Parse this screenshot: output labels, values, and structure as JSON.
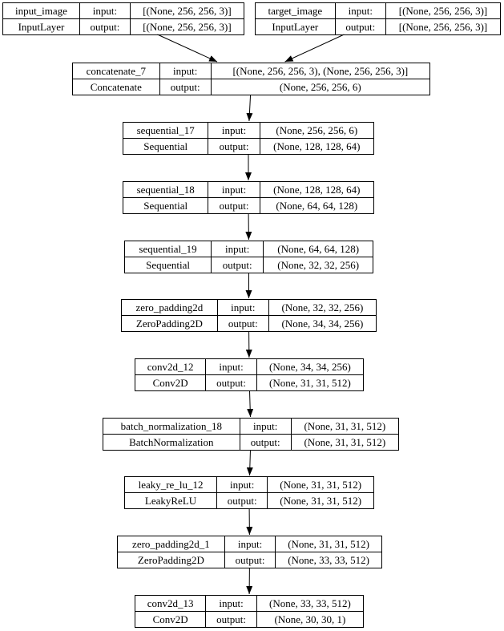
{
  "diagram": {
    "kind": "keras-model-architecture-graph",
    "labels": {
      "input": "input:",
      "output": "output:"
    },
    "colors": {
      "border": "#000000",
      "background": "#ffffff",
      "text": "#000000"
    },
    "nodes": [
      {
        "name": "input_image",
        "type": "InputLayer",
        "input_shape": "[(None, 256, 256, 3)]",
        "output_shape": "[(None, 256, 256, 3)]"
      },
      {
        "name": "target_image",
        "type": "InputLayer",
        "input_shape": "[(None, 256, 256, 3)]",
        "output_shape": "[(None, 256, 256, 3)]"
      },
      {
        "name": "concatenate_7",
        "type": "Concatenate",
        "input_shape": "[(None, 256, 256, 3), (None, 256, 256, 3)]",
        "output_shape": "(None, 256, 256, 6)"
      },
      {
        "name": "sequential_17",
        "type": "Sequential",
        "input_shape": "(None, 256, 256, 6)",
        "output_shape": "(None, 128, 128, 64)"
      },
      {
        "name": "sequential_18",
        "type": "Sequential",
        "input_shape": "(None, 128, 128, 64)",
        "output_shape": "(None, 64, 64, 128)"
      },
      {
        "name": "sequential_19",
        "type": "Sequential",
        "input_shape": "(None, 64, 64, 128)",
        "output_shape": "(None, 32, 32, 256)"
      },
      {
        "name": "zero_padding2d",
        "type": "ZeroPadding2D",
        "input_shape": "(None, 32, 32, 256)",
        "output_shape": "(None, 34, 34, 256)"
      },
      {
        "name": "conv2d_12",
        "type": "Conv2D",
        "input_shape": "(None, 34, 34, 256)",
        "output_shape": "(None, 31, 31, 512)"
      },
      {
        "name": "batch_normalization_18",
        "type": "BatchNormalization",
        "input_shape": "(None, 31, 31, 512)",
        "output_shape": "(None, 31, 31, 512)"
      },
      {
        "name": "leaky_re_lu_12",
        "type": "LeakyReLU",
        "input_shape": "(None, 31, 31, 512)",
        "output_shape": "(None, 31, 31, 512)"
      },
      {
        "name": "zero_padding2d_1",
        "type": "ZeroPadding2D",
        "input_shape": "(None, 31, 31, 512)",
        "output_shape": "(None, 33, 33, 512)"
      },
      {
        "name": "conv2d_13",
        "type": "Conv2D",
        "input_shape": "(None, 33, 33, 512)",
        "output_shape": "(None, 30, 30, 1)"
      }
    ],
    "edges": [
      {
        "from": "input_image",
        "to": "concatenate_7"
      },
      {
        "from": "target_image",
        "to": "concatenate_7"
      },
      {
        "from": "concatenate_7",
        "to": "sequential_17"
      },
      {
        "from": "sequential_17",
        "to": "sequential_18"
      },
      {
        "from": "sequential_18",
        "to": "sequential_19"
      },
      {
        "from": "sequential_19",
        "to": "zero_padding2d"
      },
      {
        "from": "zero_padding2d",
        "to": "conv2d_12"
      },
      {
        "from": "conv2d_12",
        "to": "batch_normalization_18"
      },
      {
        "from": "batch_normalization_18",
        "to": "leaky_re_lu_12"
      },
      {
        "from": "leaky_re_lu_12",
        "to": "zero_padding2d_1"
      },
      {
        "from": "zero_padding2d_1",
        "to": "conv2d_13"
      }
    ]
  }
}
